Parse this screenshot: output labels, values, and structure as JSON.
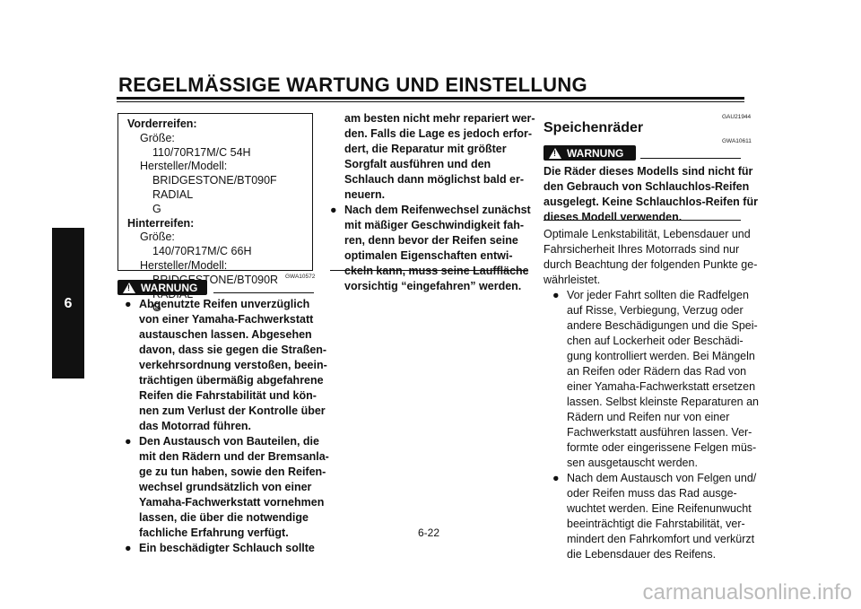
{
  "header": {
    "title": "REGELMÄSSIGE WARTUNG UND EINSTELLUNG"
  },
  "side_tab": {
    "label": "6"
  },
  "spec_box": {
    "front_label": "Vorderreifen:",
    "front_size_label": "Größe:",
    "front_size": "110/70R17M/C 54H",
    "front_maker_label": "Hersteller/Modell:",
    "front_maker_1": "BRIDGESTONE/BT090F RADIAL",
    "front_maker_2": "G",
    "rear_label": "Hinterreifen:",
    "rear_size_label": "Größe:",
    "rear_size": "140/70R17M/C 66H",
    "rear_maker_label": "Hersteller/Modell:",
    "rear_maker_1": "BRIDGESTONE/BT090R RADIAL",
    "rear_maker_2": "G"
  },
  "warning1": {
    "code": "GWA10572",
    "badge": "WARNUNG",
    "bullet1": [
      "Abgenutzte Reifen unverzüglich",
      "von einer Yamaha-Fachwerkstatt",
      "austauschen lassen. Abgesehen",
      "davon, dass sie gegen die Straßen-",
      "verkehrsordnung verstoßen, beein-",
      "trächtigen übermäßig abgefahrene",
      "Reifen die Fahrstabilität und kön-",
      "nen zum Verlust der Kontrolle über",
      "das Motorrad führen."
    ],
    "bullet2": [
      "Den Austausch von Bauteilen, die",
      "mit den Rädern und der Bremsanla-",
      "ge zu tun haben, sowie den Reifen-",
      "wechsel grundsätzlich von einer",
      "Yamaha-Fachwerkstatt vornehmen",
      "lassen, die über die notwendige",
      "fachliche Erfahrung verfügt."
    ],
    "bullet3_start": "Ein beschädigter Schlauch sollte"
  },
  "column2": {
    "bullet3_cont": [
      "am besten nicht mehr repariert wer-",
      "den. Falls die Lage es jedoch erfor-",
      "dert, die Reparatur mit größter",
      "Sorgfalt ausführen und den",
      "Schlauch dann möglichst bald er-",
      "neuern."
    ],
    "bullet4": [
      "Nach dem Reifenwechsel zunächst",
      "mit mäßiger Geschwindigkeit fah-",
      "ren, denn bevor der Reifen seine",
      "optimalen Eigenschaften entwi-",
      "ckeln kann, muss seine Lauffläche",
      "vorsichtig “eingefahren” werden."
    ]
  },
  "section": {
    "code": "GAU21944",
    "title": "Speichenräder",
    "warn_code": "GWA10611",
    "warn_badge": "WARNUNG",
    "warn_text": [
      "Die Räder dieses Modells sind nicht für",
      "den Gebrauch von Schlauchlos-Reifen",
      "ausgelegt. Keine Schlauchlos-Reifen für",
      "dieses Modell verwenden."
    ],
    "intro": [
      "Optimale Lenkstabilität, Lebensdauer und",
      "Fahrsicherheit Ihres Motorrads sind nur",
      "durch Beachtung der folgenden Punkte ge-",
      "währleistet."
    ],
    "bullet1": [
      "Vor jeder Fahrt sollten die Radfelgen",
      "auf Risse, Verbiegung, Verzug oder",
      "andere Beschädigungen und die Spei-",
      "chen auf Lockerheit oder Beschädi-",
      "gung kontrolliert werden. Bei Mängeln",
      "an Reifen oder Rädern das Rad von",
      "einer Yamaha-Fachwerkstatt ersetzen",
      "lassen. Selbst kleinste Reparaturen an",
      "Rädern und Reifen nur von einer",
      "Fachwerkstatt ausführen lassen. Ver-",
      "formte oder eingerissene Felgen müs-",
      "sen ausgetauscht werden."
    ],
    "bullet2": [
      "Nach dem Austausch von Felgen und/",
      "oder Reifen muss das Rad ausge-",
      "wuchtet werden. Eine Reifenunwucht",
      "beeinträchtigt die Fahrstabilität, ver-",
      "mindert den Fahrkomfort und verkürzt",
      "die Lebensdauer des Reifens."
    ]
  },
  "page": {
    "number": "6-22"
  },
  "footer": {
    "watermark": "carmanualsonline.info"
  }
}
